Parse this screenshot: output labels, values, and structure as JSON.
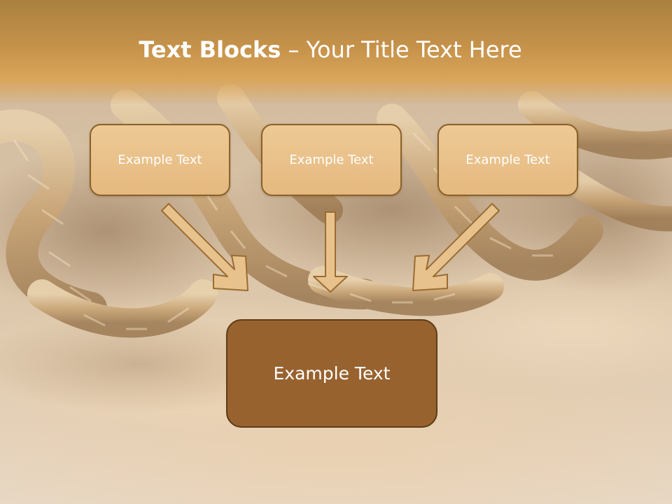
{
  "slide": {
    "title_bold": "Text Blocks",
    "title_dash": " – ",
    "title_rest": "Your Title Text Here",
    "top_boxes": [
      {
        "label": "Example Text"
      },
      {
        "label": "Example Text"
      },
      {
        "label": "Example Text"
      }
    ],
    "main_box": {
      "label": "Example Text"
    }
  },
  "colors": {
    "header": "#d9a55a",
    "box_fill": "#e5b97f",
    "box_border": "#8a6128",
    "main_fill": "#98622f",
    "arrow_fill": "#e8c28c"
  }
}
